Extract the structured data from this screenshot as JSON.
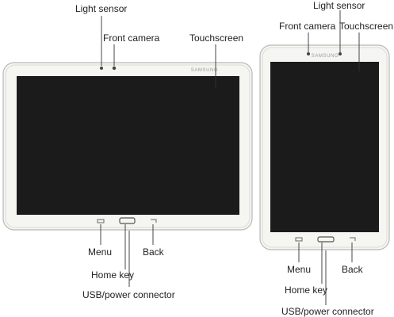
{
  "colors": {
    "bezel": "#f5f5f2",
    "bezel_edge": "#b9b9b6",
    "screen": "#1b1b1b",
    "label_text": "#222222",
    "leader_line": "#333333"
  },
  "large_tablet": {
    "brand": "SAMSUNG",
    "labels": {
      "light_sensor": "Light sensor",
      "front_camera": "Front camera",
      "touchscreen": "Touchscreen",
      "menu": "Menu",
      "home_key": "Home key",
      "back": "Back",
      "usb_power_connector": "USB/power connector"
    }
  },
  "small_tablet": {
    "brand": "SAMSUNG",
    "labels": {
      "light_sensor": "Light sensor",
      "front_camera": "Front camera",
      "touchscreen": "Touchscreen",
      "menu": "Menu",
      "home_key": "Home key",
      "back": "Back",
      "usb_power_connector": "USB/power connector"
    }
  }
}
